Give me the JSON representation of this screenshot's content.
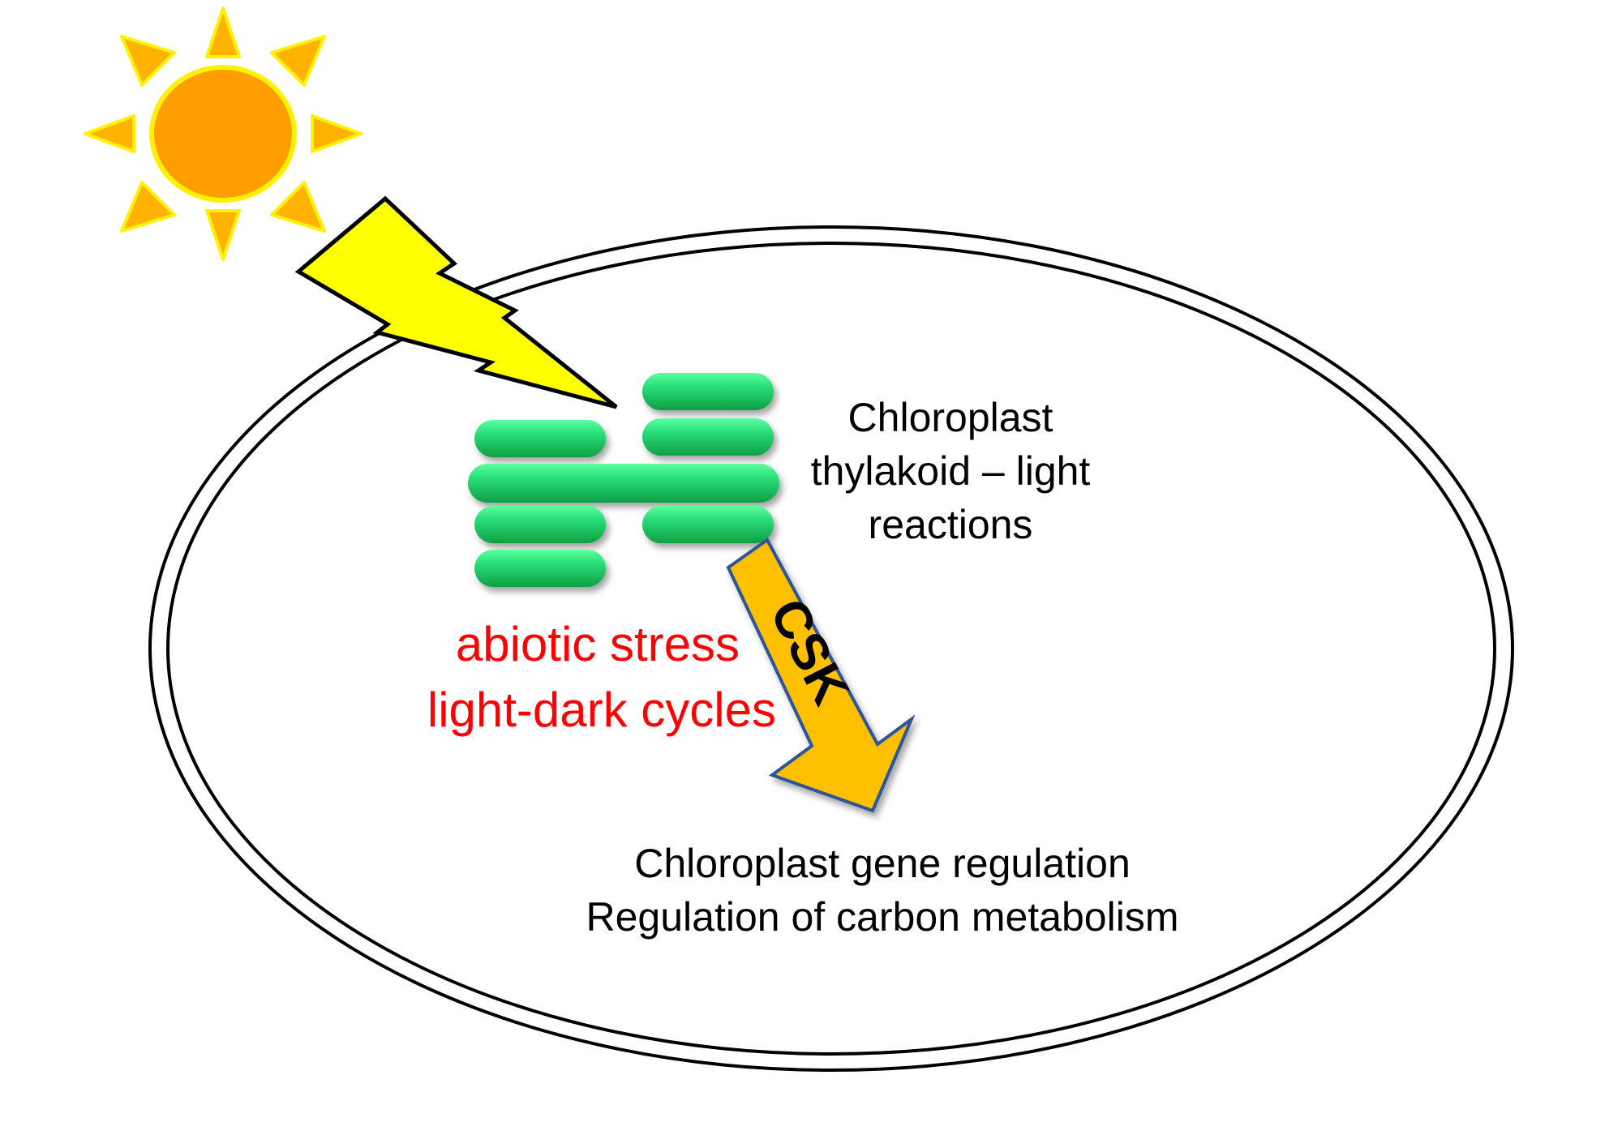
{
  "labels": {
    "thylakoid_line1": "Chloroplast",
    "thylakoid_line2": "thylakoid – light",
    "thylakoid_line3": "reactions",
    "stress_line1": "abiotic stress",
    "stress_line2": "light-dark cycles",
    "csk": "CSK",
    "output_line1": "Chloroplast gene regulation",
    "output_line2": "Regulation of carbon metabolism"
  },
  "colors": {
    "sun_core": "#FF9E00",
    "sun_rays": "#FFB300",
    "sun_outline": "#FFF200",
    "lightning_fill": "#FFFF00",
    "thylakoid_green": "#22C55E",
    "thylakoid_highlight": "#5BFFA0",
    "csk_arrow_fill": "#FFC000",
    "csk_arrow_stroke": "#2F5597",
    "stress_text": "#FF0000",
    "body_text": "#000000"
  },
  "icons": {
    "sun": "sun-icon",
    "lightning": "lightning-bolt-icon",
    "arrow": "arrow-down-right-icon"
  }
}
